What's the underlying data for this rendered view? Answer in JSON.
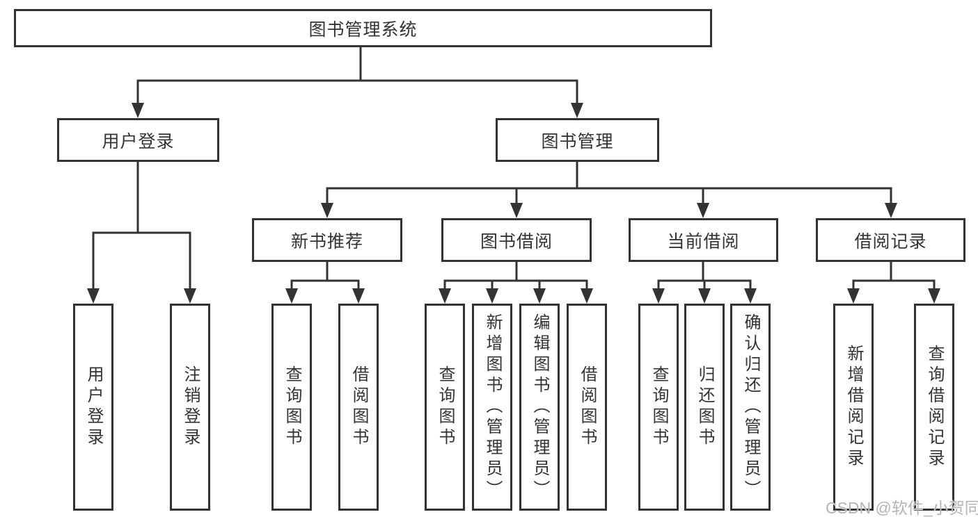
{
  "diagram": {
    "root": {
      "label": "图书管理系统"
    },
    "level2": {
      "user_login": {
        "label": "用户登录"
      },
      "book_management": {
        "label": "图书管理"
      }
    },
    "level3": {
      "new_book_recommend": {
        "label": "新书推荐"
      },
      "book_borrow": {
        "label": "图书借阅"
      },
      "current_borrow": {
        "label": "当前借阅"
      },
      "borrow_records": {
        "label": "借阅记录"
      }
    },
    "leaves": {
      "user_login": {
        "label": "用户登录"
      },
      "logout": {
        "label": "注销登录"
      },
      "recommend_query_books": {
        "label": "查询图书"
      },
      "recommend_borrow_books": {
        "label": "借阅图书"
      },
      "borrow_query_books": {
        "label": "查询图书"
      },
      "borrow_add_books": {
        "label": "新增图书（管理员）"
      },
      "borrow_edit_books": {
        "label": "编辑图书（管理员）"
      },
      "borrow_borrow_books": {
        "label": "借阅图书"
      },
      "current_query_books": {
        "label": "查询图书"
      },
      "current_return_books": {
        "label": "归还图书"
      },
      "current_confirm_return": {
        "label": "确认归还（管理员）"
      },
      "records_add_record": {
        "label": "新增借阅记录"
      },
      "records_query_record": {
        "label": "查询借阅记录"
      }
    },
    "watermark": "CSDN @软件_小贺同学",
    "colors": {
      "line": "#333333",
      "text": "#333333",
      "box_background": "#ffffff",
      "watermark": "#b4b4b4"
    }
  }
}
